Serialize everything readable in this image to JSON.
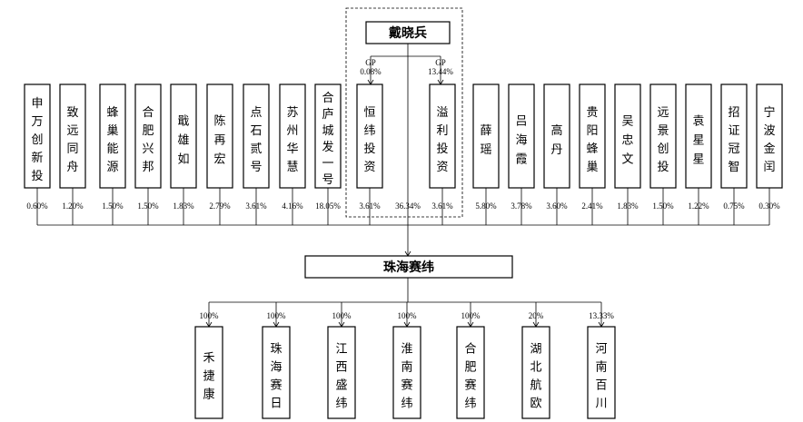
{
  "controller": {
    "name": "戴晓兵"
  },
  "gp_labels": [
    {
      "label": "GP",
      "pct": "0.08%"
    },
    {
      "label": "GP",
      "pct": "13.44%"
    }
  ],
  "shareholders": [
    {
      "name": "申万创新投",
      "pct": "0.60%"
    },
    {
      "name": "致远同舟",
      "pct": "1.20%"
    },
    {
      "name": "蜂巢能源",
      "pct": "1.50%"
    },
    {
      "name": "合肥兴邦",
      "pct": "1.50%"
    },
    {
      "name": "戢雄如",
      "pct": "1.83%"
    },
    {
      "name": "陈再宏",
      "pct": "2.79%"
    },
    {
      "name": "点石贰号",
      "pct": "3.61%"
    },
    {
      "name": "苏州华慧",
      "pct": "4.16%"
    },
    {
      "name": "合庐城发一号",
      "pct": "18.05%"
    },
    {
      "name": "恒纬投资",
      "pct": "3.61%"
    },
    {
      "name": "溢利投资",
      "pct": "3.61%"
    },
    {
      "name": "薛瑶",
      "pct": "5.80%"
    },
    {
      "name": "吕海霞",
      "pct": "3.78%"
    },
    {
      "name": "高丹",
      "pct": "3.60%"
    },
    {
      "name": "贵阳蜂巢",
      "pct": "2.41%"
    },
    {
      "name": "吴忠文",
      "pct": "1.83%"
    },
    {
      "name": "远景创投",
      "pct": "1.50%"
    },
    {
      "name": "袁星星",
      "pct": "1.22%"
    },
    {
      "name": "招证冠智",
      "pct": "0.75%"
    },
    {
      "name": "宁波金闰",
      "pct": "0.30%"
    }
  ],
  "controller_direct_pct": "36.34%",
  "company": {
    "name": "珠海赛纬"
  },
  "subsidiaries": [
    {
      "name": "禾捷康",
      "pct": "100%"
    },
    {
      "name": "珠海赛日",
      "pct": "100%"
    },
    {
      "name": "江西盛纬",
      "pct": "100%"
    },
    {
      "name": "淮南赛纬",
      "pct": "100%"
    },
    {
      "name": "合肥赛纬",
      "pct": "100%"
    },
    {
      "name": "湖北航欧",
      "pct": "20%"
    },
    {
      "name": "河南百川",
      "pct": "13.33%"
    }
  ]
}
